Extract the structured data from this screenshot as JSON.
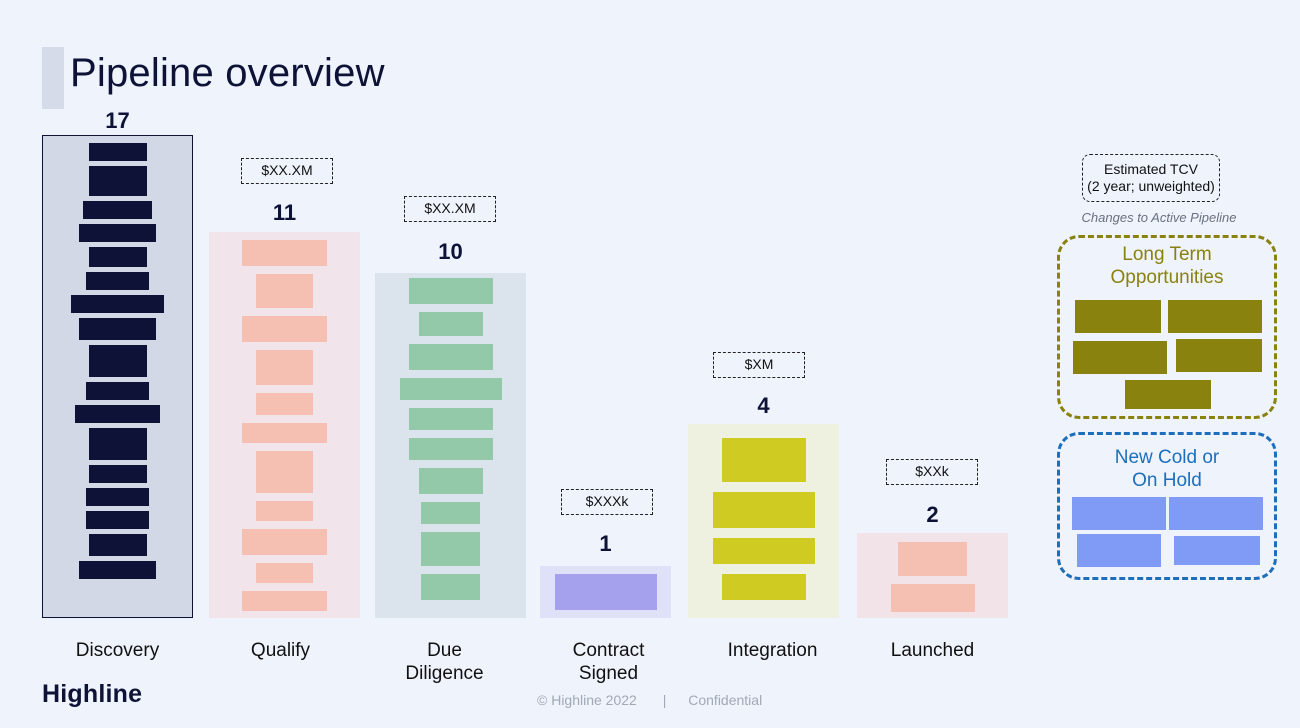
{
  "slide": {
    "title": "Pipeline overview",
    "logo": "Highline",
    "footer": {
      "copyright": "© Highline 2022",
      "separator": "|",
      "classification": "Confidential"
    }
  },
  "colors": {
    "background": "#eef3fc",
    "discovery": "#0d1236",
    "qualify": "#f5bfb2",
    "due_diligence": "#93c9a8",
    "contract_signed": "#a6a1ec",
    "integration": "#cfcb23",
    "launched": "#f5bfb2",
    "long_term": "#8a820f",
    "new_cold": "#7f9bf6",
    "new_cold_border": "#1d6fbd"
  },
  "chart_data": {
    "type": "bar",
    "categories": [
      "Discovery",
      "Qualify",
      "Due Diligence",
      "Contract Signed",
      "Integration",
      "Launched"
    ],
    "values": [
      17,
      11,
      10,
      1,
      4,
      2
    ],
    "estimated_tcv": [
      "",
      "$XX.XM",
      "$XX.XM",
      "$XXXk",
      "$XM",
      "$XXk"
    ],
    "labels": [
      "Discovery",
      "Qualify",
      "Due\nDiligence",
      "Contract\nSigned",
      "Integration",
      "Launched"
    ],
    "counts": [
      "17",
      "11",
      "10",
      "1",
      "4",
      "2"
    ]
  },
  "legend": {
    "tcv_label": "Estimated TCV\n(2 year; unweighted)",
    "changes_label": "Changes to Active Pipeline",
    "long_term_title": "Long Term\nOpportunities",
    "new_cold_title": "New Cold or\nOn Hold"
  }
}
